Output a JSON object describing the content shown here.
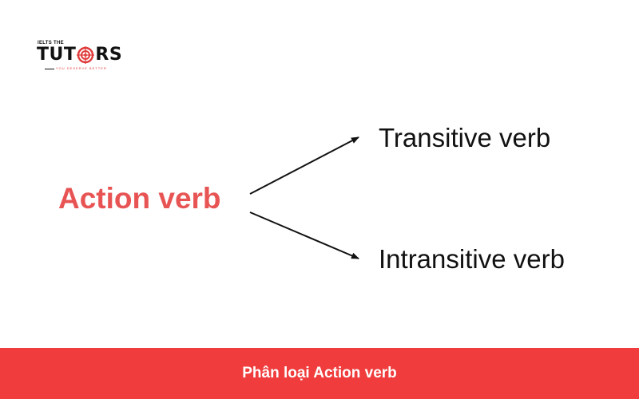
{
  "logo": {
    "top_text": "IELTS THE",
    "main_left": "TUT",
    "main_right": "RS",
    "tagline": "YOU DESERVE BETTER",
    "icon": "target-icon"
  },
  "diagram": {
    "source": "Action verb",
    "targets": [
      "Transitive verb",
      "Intransitive verb"
    ]
  },
  "footer": {
    "caption": "Phân loại Action verb"
  },
  "colors": {
    "accent": "#e85454",
    "footer_bg": "#f03c3c",
    "text": "#111111",
    "background": "#ffffff"
  }
}
